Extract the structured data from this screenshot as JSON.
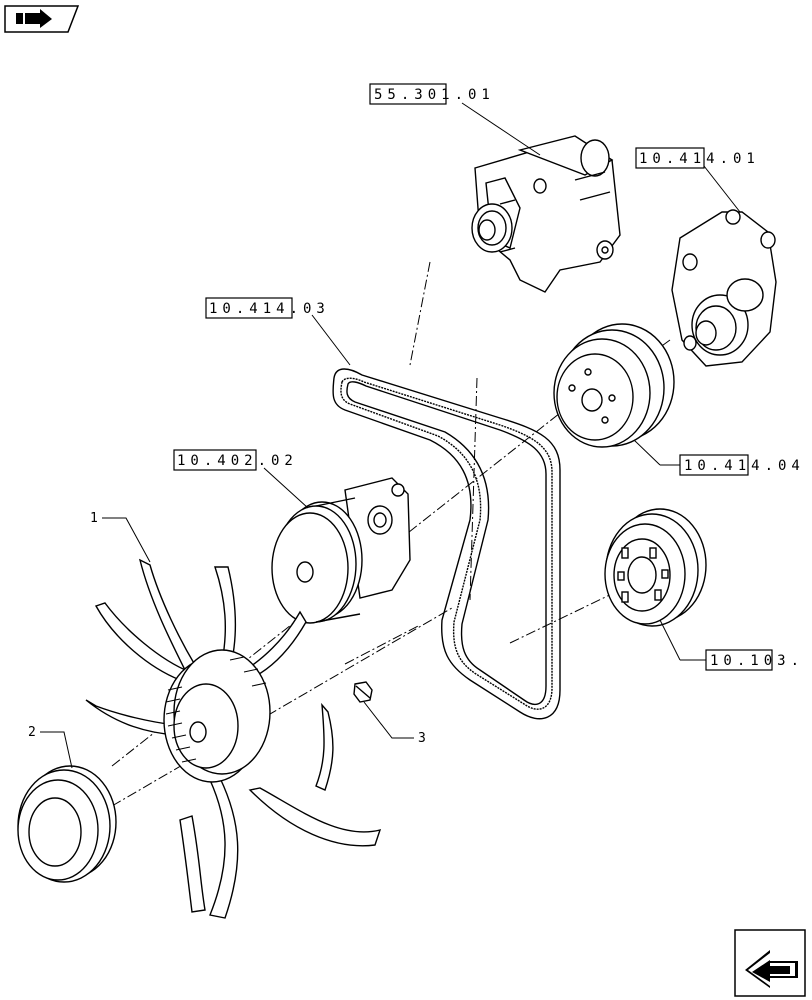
{
  "nav": {
    "back_icon": "back-arrow-icon",
    "next_icon": "next-page-arrow-icon"
  },
  "references": [
    {
      "id": "ref-alternator",
      "text": "55.301.01"
    },
    {
      "id": "ref-water-pump",
      "text": "10.414.01"
    },
    {
      "id": "ref-belt",
      "text": "10.414.03"
    },
    {
      "id": "ref-idler-tensioner",
      "text": "10.402.02"
    },
    {
      "id": "ref-pump-pulley",
      "text": "10.414.04"
    },
    {
      "id": "ref-crank-damper",
      "text": "10.103."
    }
  ],
  "callouts": [
    {
      "id": "callout-1",
      "text": "1",
      "part": "fan"
    },
    {
      "id": "callout-2",
      "text": "2",
      "part": "fan-pulley"
    },
    {
      "id": "callout-3",
      "text": "3",
      "part": "bolt"
    }
  ]
}
